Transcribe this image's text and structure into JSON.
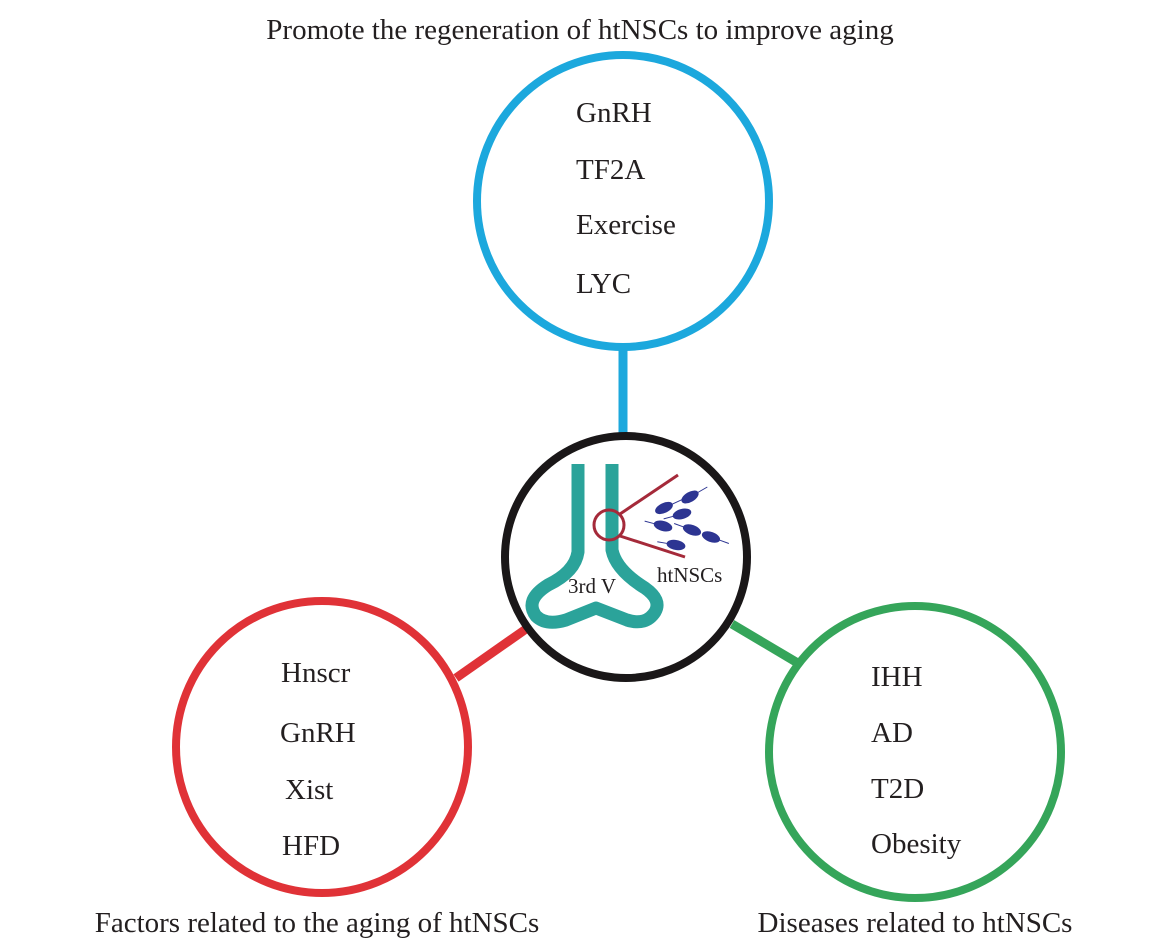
{
  "top_group": {
    "title": "Promote the regeneration of htNSCs to improve aging",
    "items": [
      "GnRH",
      "TF2A",
      "Exercise",
      "LYC"
    ],
    "color": "#1ca8dd"
  },
  "left_group": {
    "title": "Factors related to the aging of htNSCs",
    "items": [
      "Hnscr",
      "GnRH",
      "Xist",
      "HFD"
    ],
    "color": "#e03237"
  },
  "right_group": {
    "title": "Diseases related to htNSCs",
    "items": [
      "IHH",
      "AD",
      "T2D",
      "Obesity"
    ],
    "color": "#35a55a"
  },
  "center": {
    "ventricle_label": "3rd V",
    "cells_label": "htNSCs",
    "ring_color": "#1a1718",
    "ventricle_color": "#2ba39a",
    "zoom_color": "#a52a3a",
    "cell_color": "#2d3592",
    "cell_icon": "neural-stem-cell-icon"
  }
}
